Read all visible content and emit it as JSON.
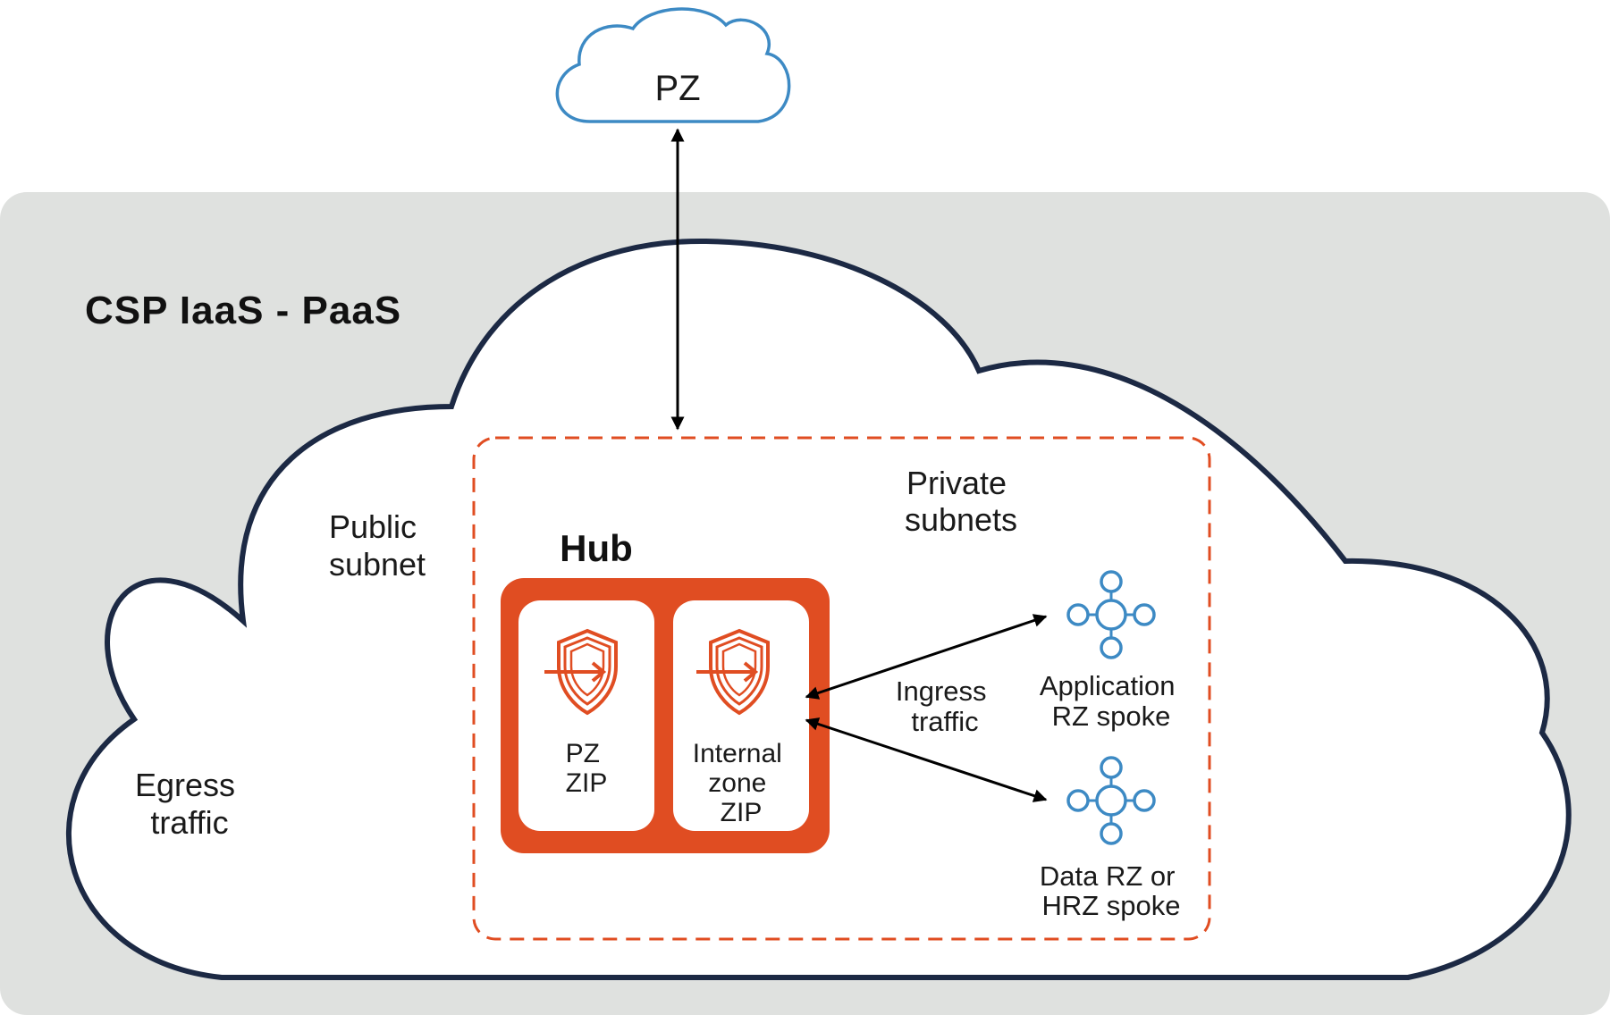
{
  "title": "CSP IaaS - PaaS",
  "external_cloud": {
    "label": "PZ"
  },
  "public_subnet": {
    "lines": [
      "Public",
      "subnet"
    ]
  },
  "egress": {
    "lines": [
      "Egress",
      "traffic"
    ]
  },
  "private_subnets": {
    "lines": [
      "Private",
      "subnets"
    ]
  },
  "hub": {
    "title": "Hub",
    "zones": [
      {
        "lines": [
          "PZ",
          "ZIP"
        ],
        "icon": "shield-icon"
      },
      {
        "lines": [
          "Internal",
          "zone",
          "ZIP"
        ],
        "icon": "shield-icon"
      }
    ]
  },
  "ingress": {
    "lines": [
      "Ingress",
      "traffic"
    ]
  },
  "spokes": [
    {
      "lines": [
        "Application",
        "RZ spoke"
      ],
      "icon": "network-node-icon"
    },
    {
      "lines": [
        "Data RZ or",
        "HRZ spoke"
      ],
      "icon": "network-node-icon"
    }
  ],
  "colors": {
    "background_band": "#dfe1df",
    "cloud_outline": "#1c2944",
    "accent_orange": "#e04d22",
    "spoke_blue": "#3d8ac4",
    "external_cloud_blue": "#3d8ac4"
  }
}
